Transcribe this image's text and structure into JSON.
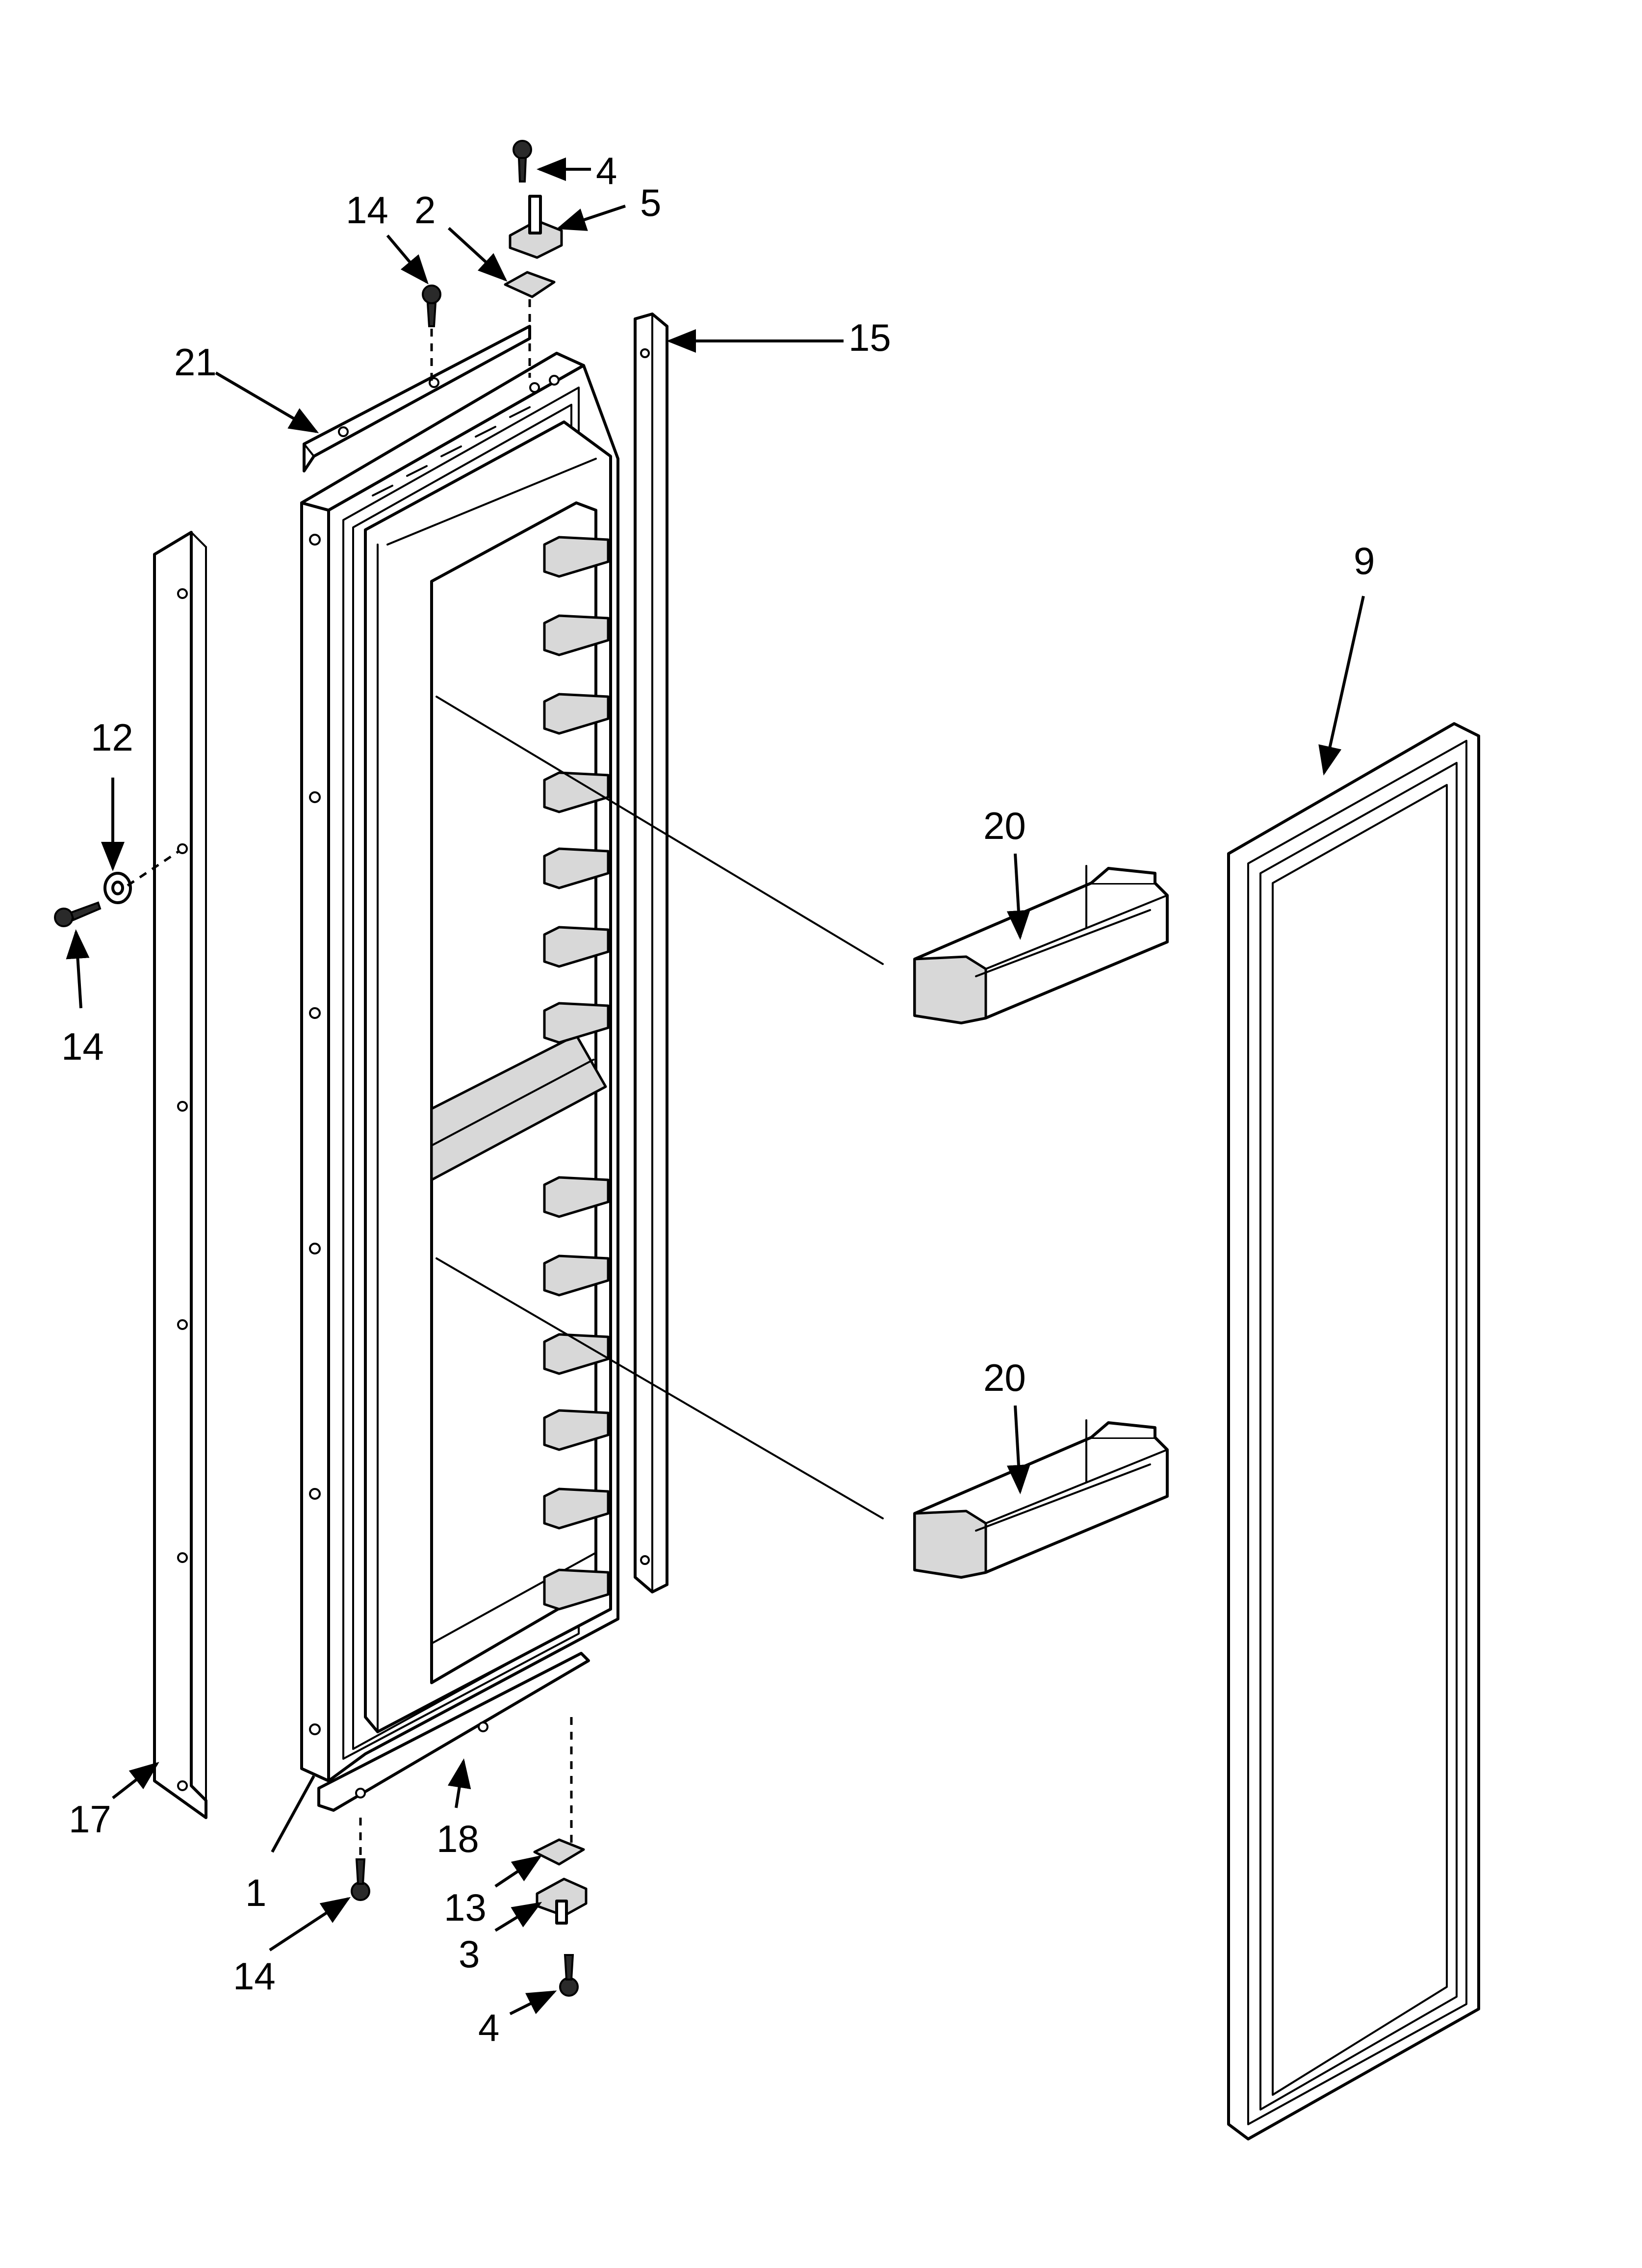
{
  "callouts": [
    {
      "id": "c14a",
      "text": "14"
    },
    {
      "id": "c2",
      "text": "2"
    },
    {
      "id": "c4a",
      "text": "4"
    },
    {
      "id": "c5",
      "text": "5"
    },
    {
      "id": "c15",
      "text": "15"
    },
    {
      "id": "c21",
      "text": "21"
    },
    {
      "id": "c9",
      "text": "9"
    },
    {
      "id": "c12",
      "text": "12"
    },
    {
      "id": "c14b",
      "text": "14"
    },
    {
      "id": "c20a",
      "text": "20"
    },
    {
      "id": "c20b",
      "text": "20"
    },
    {
      "id": "c17",
      "text": "17"
    },
    {
      "id": "c18",
      "text": "18"
    },
    {
      "id": "c1",
      "text": "1"
    },
    {
      "id": "c13",
      "text": "13"
    },
    {
      "id": "c3",
      "text": "3"
    },
    {
      "id": "c14c",
      "text": "14"
    },
    {
      "id": "c4b",
      "text": "4"
    }
  ]
}
